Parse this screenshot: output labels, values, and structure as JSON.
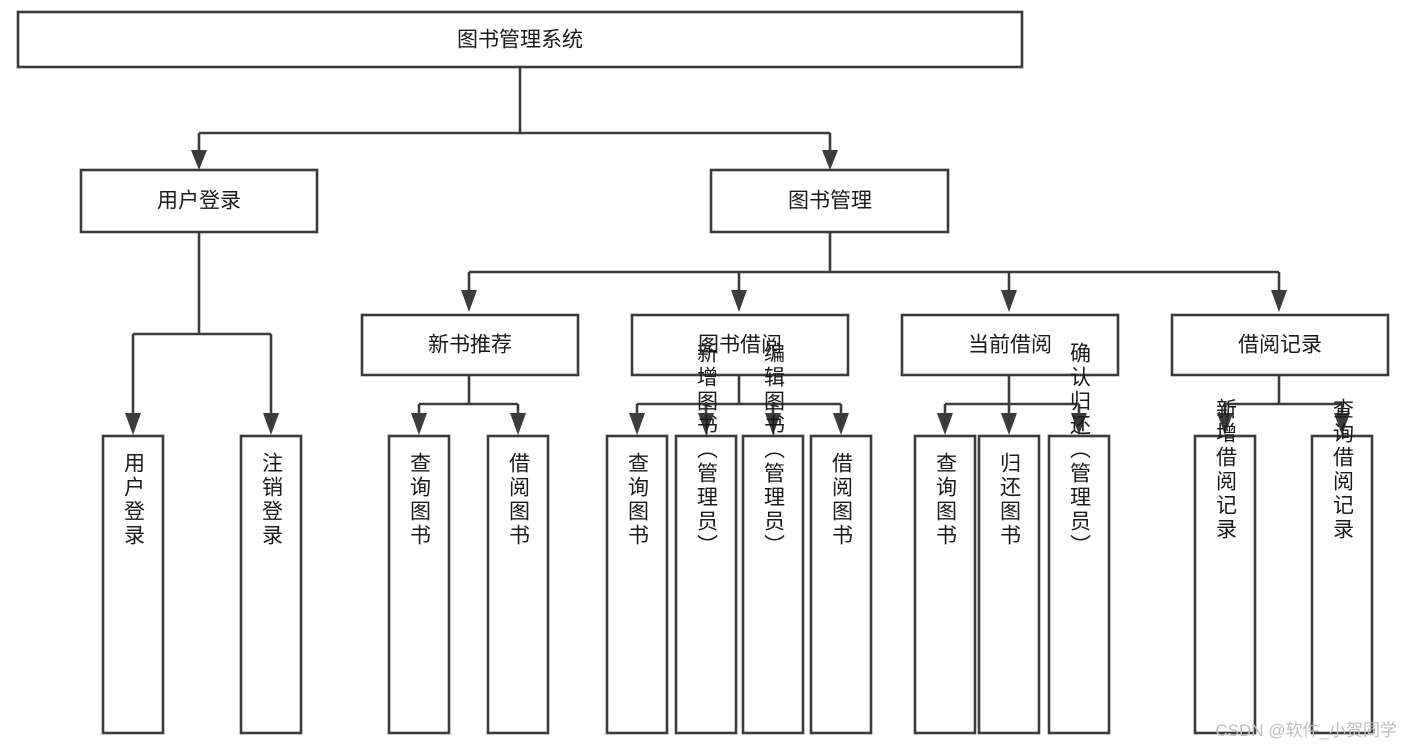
{
  "diagram": {
    "title": "图书管理系统",
    "type": "tree-hierarchy-chart",
    "watermark": "CSDN @软件_小贺同学",
    "colors": {
      "stroke": "#3c3c3c",
      "fill": "#ffffff",
      "text": "#1a1a1a",
      "watermark": "#bdbdbd"
    },
    "root": {
      "label": "图书管理系统"
    },
    "level2": [
      {
        "label": "用户登录"
      },
      {
        "label": "图书管理"
      }
    ],
    "level3": [
      {
        "label": "新书推荐"
      },
      {
        "label": "图书借阅"
      },
      {
        "label": "当前借阅"
      },
      {
        "label": "借阅记录"
      }
    ],
    "leaves_user_login": [
      {
        "label": "用户登录"
      },
      {
        "label": "注销登录"
      }
    ],
    "leaves_new_book": [
      {
        "label": "查询图书"
      },
      {
        "label": "借阅图书"
      }
    ],
    "leaves_borrow": [
      {
        "label": "查询图书"
      },
      {
        "label": "新增图书（管理员）"
      },
      {
        "label": "编辑图书（管理员）"
      },
      {
        "label": "借阅图书"
      }
    ],
    "leaves_current": [
      {
        "label": "查询图书"
      },
      {
        "label": "归还图书"
      },
      {
        "label": "确认归还（管理员）"
      }
    ],
    "leaves_records": [
      {
        "label": "新增借阅记录"
      },
      {
        "label": "查询借阅记录"
      }
    ]
  }
}
